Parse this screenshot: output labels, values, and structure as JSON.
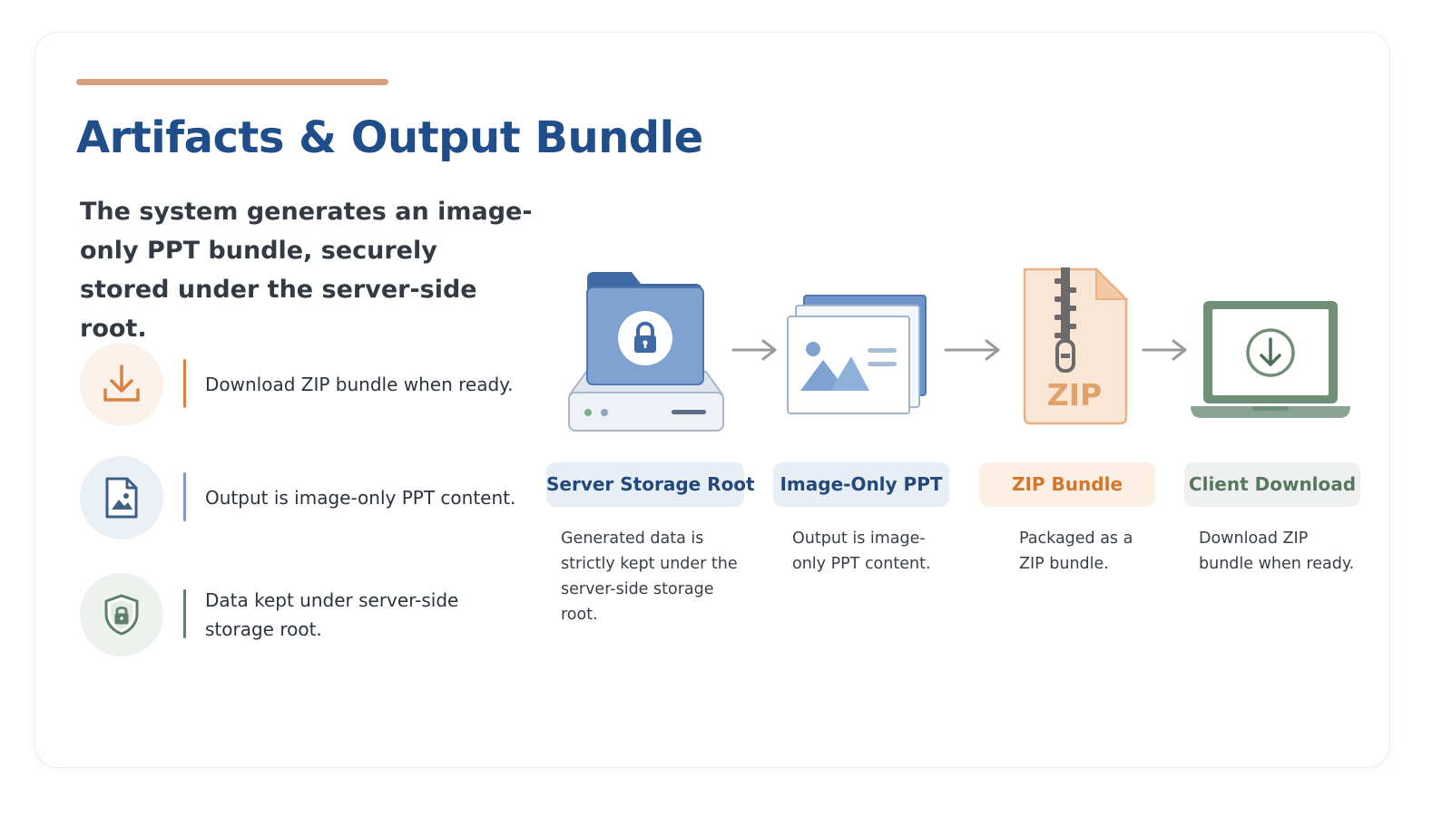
{
  "slide": {
    "title": "Artifacts & Output Bundle",
    "intro": "The system generates an image-only PPT bundle, securely stored under the server-side root."
  },
  "features": [
    {
      "text": "Download ZIP bundle when ready.",
      "icon": "download-icon",
      "color": "#d9823f"
    },
    {
      "text": "Output is image-only PPT content.",
      "icon": "image-file-icon",
      "color": "#5e7fa6"
    },
    {
      "text": "Data kept under server-side storage root.",
      "icon": "shield-lock-icon",
      "color": "#5f7f6a"
    }
  ],
  "stages": [
    {
      "label": "Server Storage Root",
      "description": "Generated data is strictly kept under the server-side storage root.",
      "icon": "server-folder-lock-icon",
      "color": "#24487a"
    },
    {
      "label": "Image-Only PPT",
      "description": "Output is image-only PPT content.",
      "icon": "image-slides-icon",
      "color": "#24487a"
    },
    {
      "label": "ZIP Bundle",
      "description": "Packaged as a ZIP bundle.",
      "icon": "zip-file-icon",
      "color": "#d4762c",
      "icon_text": "ZIP"
    },
    {
      "label": "Client Download",
      "description": "Download ZIP bundle when ready.",
      "icon": "laptop-download-icon",
      "color": "#57775f"
    }
  ],
  "colors": {
    "title": "#1f4e8a",
    "accent": "#d8a07c",
    "arrow": "#9a9a9a"
  }
}
